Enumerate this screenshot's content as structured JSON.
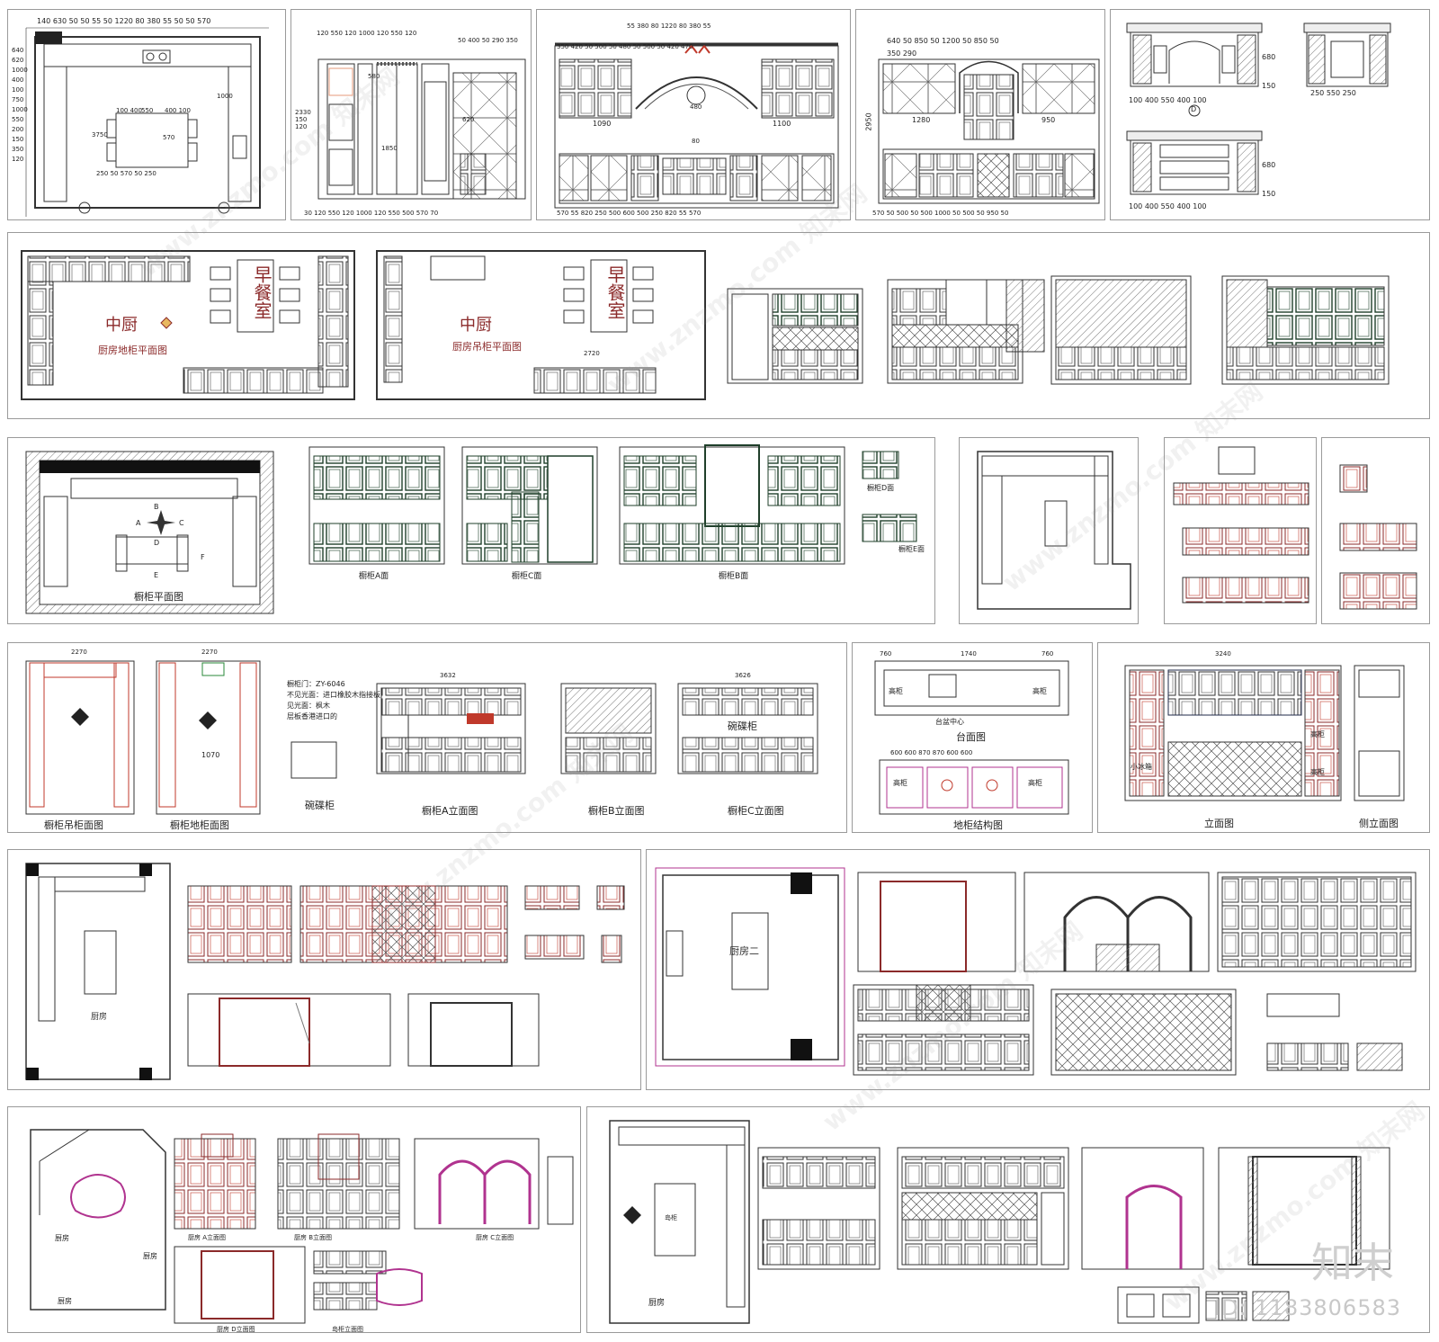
{
  "colors": {
    "line": "#333333",
    "accent_red": "#c0392b",
    "magenta": "#b0338f",
    "brown_text": "#8b2a2a",
    "border": "#9a9a9a"
  },
  "row1": {
    "p1_dims_top": "140 630 50 50 55 50 1220 80 380 55 50 50 570",
    "p1_dims_left": "640 620 1000 400 100 750 1000 550 200 150 350 120",
    "p1_center": [
      "100 400",
      "550",
      "400 100",
      "250 50 570 50 250",
      "570",
      "3750",
      "1000"
    ],
    "p2_dims_top": "120 550 120 1000 120 550 120",
    "p2_dims_right": "50 400 50 290 350",
    "p2_dims_bottom": "30 120 550 120 1000 120 550 500 570 70",
    "p2_left": "2330 150 120",
    "p2_mid": [
      "580",
      "1850",
      "620"
    ],
    "p3_dims_top": "55 380 80 1220 80 380 55",
    "p3_dims_top2": "350 420 50 500 50 480 50 500 50 420 470",
    "p3_mid": [
      "1090",
      "480",
      "1100",
      "80"
    ],
    "p3_dims_bottom": "570 55 820 250 500 600 500 250 820 55 570",
    "p4_dims_top": "640 50 850 50 1200 50 850 50",
    "p4_dims_top2": "350 290",
    "p4_left": "2950",
    "p4_mid": [
      "1280",
      "950"
    ],
    "p4_dims_bottom": "570 50 500 50 500 1000 50 500 50 950 50",
    "p5_dims_a": "100 400 550 400 100",
    "p5_dims_b": "250 550 250",
    "p5_dims_c": "100 400 550 400 100",
    "p5_side": [
      "680",
      "150",
      "680",
      "150"
    ],
    "p5_mark": "D"
  },
  "row2": {
    "plan1_big": "中厨",
    "plan1_room": "早餐室",
    "plan1_caption": "厨房地柜平面图",
    "plan2_big": "中厨",
    "plan2_room": "早餐室",
    "plan2_caption": "厨房吊柜平面图",
    "plan2_dim": "2720"
  },
  "row3": {
    "plan_caption": "橱柜平面图",
    "elev_a": "橱柜A面",
    "elev_c": "橱柜C面",
    "elev_b": "橱柜B面",
    "elev_d": "橱柜D面",
    "elev_e": "橱柜E面",
    "marks": [
      "B",
      "A",
      "C",
      "D",
      "E",
      "F"
    ]
  },
  "row4": {
    "hang_caption": "橱柜吊柜面图",
    "floor_caption": "橱柜地柜面图",
    "dim_a": "2270",
    "dim_b": "2270",
    "dim_c": "1070",
    "spec": [
      "橱柜门：ZY-6046",
      "不见光面：进口橡胶木指接板",
      "见光面：枫木",
      "层板香港进口的"
    ],
    "bowl_caption": "碗碟柜",
    "elevA_caption": "橱柜A立面图",
    "elevB_caption": "橱柜B立面图",
    "elevC_caption": "橱柜C立面图",
    "bowl_label": "碗碟柜",
    "dims_top_a": "3632",
    "dims_top_c": "3626",
    "counter_caption": "台面图",
    "base_caption": "地柜结构图",
    "elev_caption": "立面图",
    "side_caption": "侧立面图",
    "counter_dims": [
      "760",
      "1740",
      "760"
    ],
    "counter_center": "台盆中心",
    "counter_tall": [
      "高柜",
      "高柜"
    ],
    "base_tall": [
      "高柜",
      "高柜"
    ],
    "base_dims": "600 600 870 870 600 600",
    "elev_dims": "3240",
    "elev_labels": [
      "小冰箱",
      "高柜",
      "高柜"
    ]
  },
  "row5": {
    "kitchen": "厨房",
    "kitchen2": "厨房二"
  },
  "row6": {
    "kitchen": "厨房",
    "kitchen_b": "厨房",
    "kitchen_c": "厨房",
    "elevA": "厨房 A立面图",
    "elevB": "厨房 B立面图",
    "elevC": "厨房 C立面图",
    "elevD": "厨房 D立面图",
    "island": "岛柜立面图",
    "r_kitchen": "厨房",
    "r_island": "岛柜"
  },
  "brand": "知末",
  "id_tag": "ID: 1183806583",
  "watermark": "www.znzmo.com 知末网"
}
